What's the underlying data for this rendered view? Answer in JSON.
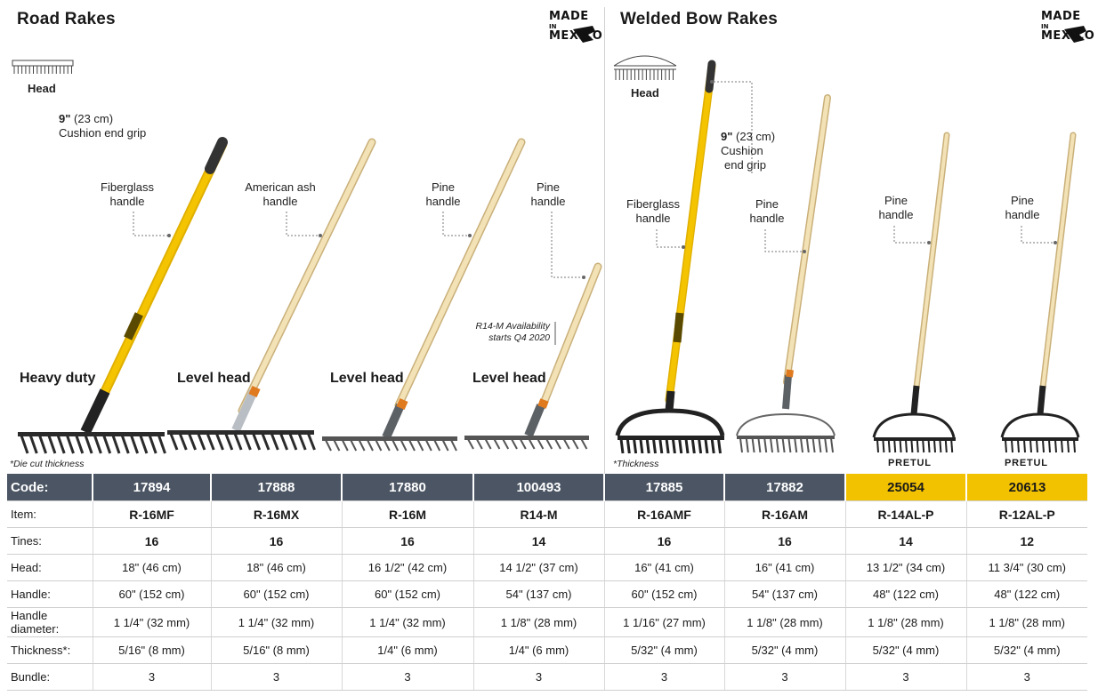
{
  "left_section": {
    "title": "Road Rakes",
    "head_label": "Head",
    "made_in": [
      "MADE",
      "IN",
      "MEXICO"
    ],
    "grip_callout": {
      "size": "9\"",
      "metric": "(23 cm)",
      "text": "Cushion end grip"
    },
    "handle_labels": [
      [
        "Fiberglass",
        "handle"
      ],
      [
        "American ash",
        "handle"
      ],
      [
        "Pine",
        "handle"
      ],
      [
        "Pine",
        "handle"
      ]
    ],
    "variants": [
      "Heavy duty",
      "Level head",
      "Level head",
      "Level head"
    ],
    "availability_note": [
      "R14-M Availability",
      "starts Q4 2020"
    ],
    "footnote": "*Die cut thickness"
  },
  "right_section": {
    "title": "Welded Bow Rakes",
    "head_label": "Head",
    "made_in": [
      "MADE",
      "IN",
      "MEXICO"
    ],
    "grip_callout": {
      "size": "9\"",
      "metric": "(23 cm)",
      "text1": "Cushion",
      "text2": "end grip"
    },
    "handle_labels": [
      [
        "Fiberglass",
        "handle"
      ],
      [
        "Pine",
        "handle"
      ],
      [
        "Pine",
        "handle"
      ],
      [
        "Pine",
        "handle"
      ]
    ],
    "brands": [
      "PRETUL",
      "PRETUL"
    ],
    "footnote": "*Thickness"
  },
  "colors": {
    "header_bg": "#4b5563",
    "highlight": "#f2c200",
    "fiberglass": "#f5c400",
    "wood": "#f0dcaa"
  },
  "table": {
    "row_headers": [
      "Code:",
      "Item:",
      "Tines:",
      "Head:",
      "Handle:",
      "Handle diameter:",
      "Thickness*:",
      "Bundle:"
    ],
    "columns": [
      {
        "code": "17894",
        "item": "R-16MF",
        "tines": "16",
        "head": "18\" (46 cm)",
        "handle": "60\" (152 cm)",
        "diameter": "1 1/4\" (32 mm)",
        "thickness": "5/16\" (8 mm)",
        "bundle": "3"
      },
      {
        "code": "17888",
        "item": "R-16MX",
        "tines": "16",
        "head": "18\" (46 cm)",
        "handle": "60\" (152 cm)",
        "diameter": "1 1/4\" (32 mm)",
        "thickness": "5/16\" (8 mm)",
        "bundle": "3"
      },
      {
        "code": "17880",
        "item": "R-16M",
        "tines": "16",
        "head": "16 1/2\" (42 cm)",
        "handle": "60\" (152 cm)",
        "diameter": "1 1/4\" (32 mm)",
        "thickness": "1/4\" (6 mm)",
        "bundle": "3"
      },
      {
        "code": "100493",
        "item": "R14-M",
        "tines": "14",
        "head": "14 1/2\" (37 cm)",
        "handle": "54\" (137 cm)",
        "diameter": "1 1/8\" (28 mm)",
        "thickness": "1/4\" (6 mm)",
        "bundle": "3"
      },
      {
        "code": "17885",
        "item": "R-16AMF",
        "tines": "16",
        "head": "16\" (41 cm)",
        "handle": "60\" (152 cm)",
        "diameter": "1 1/16\" (27 mm)",
        "thickness": "5/32\" (4 mm)",
        "bundle": "3"
      },
      {
        "code": "17882",
        "item": "R-16AM",
        "tines": "16",
        "head": "16\" (41 cm)",
        "handle": "54\" (137 cm)",
        "diameter": "1 1/8\" (28 mm)",
        "thickness": "5/32\" (4 mm)",
        "bundle": "3"
      },
      {
        "code": "25054",
        "item": "R-14AL-P",
        "tines": "14",
        "head": "13 1/2\" (34 cm)",
        "handle": "48\" (122 cm)",
        "diameter": "1 1/8\" (28 mm)",
        "thickness": "5/32\" (4 mm)",
        "bundle": "3"
      },
      {
        "code": "20613",
        "item": "R-12AL-P",
        "tines": "12",
        "head": "11 3/4\" (30 cm)",
        "handle": "48\" (122 cm)",
        "diameter": "1 1/8\" (28 mm)",
        "thickness": "5/32\" (4 mm)",
        "bundle": "3"
      }
    ]
  }
}
